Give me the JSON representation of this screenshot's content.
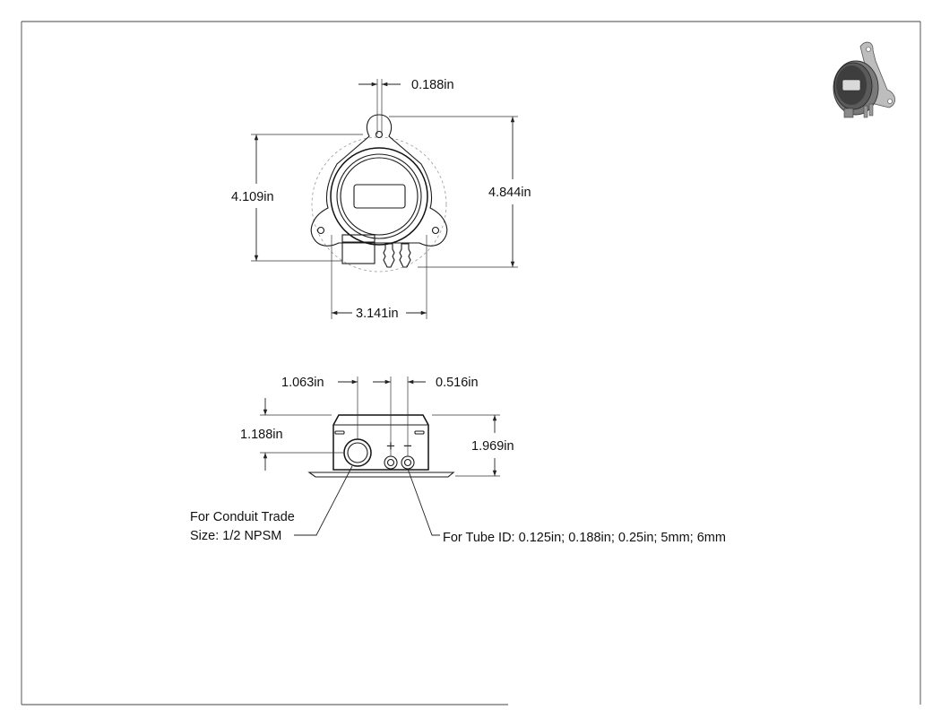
{
  "dimensions": {
    "tab_hole": "0.188in",
    "overall_height": "4.844in",
    "body_height": "4.109in",
    "body_width": "3.141in",
    "conduit_offset": "1.063in",
    "port_spacing": "0.516in",
    "conduit_height": "1.188in",
    "depth": "1.969in"
  },
  "ports": {
    "plus_symbol": "+",
    "minus_symbol": "−"
  },
  "notes": {
    "conduit_line1": "For Conduit Trade",
    "conduit_line2": "Size: 1/2 NPSM",
    "tube": "For Tube ID: 0.125in; 0.188in; 0.25in; 5mm; 6mm"
  },
  "icons": {
    "thumbnail": "isometric-device-icon"
  }
}
